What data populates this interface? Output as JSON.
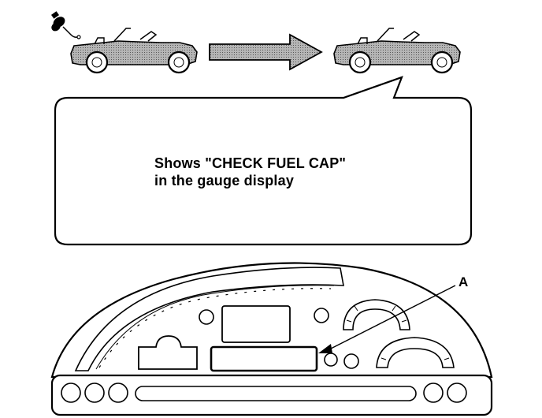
{
  "callout": {
    "line1": "Shows \"CHECK FUEL CAP\"",
    "line2": "in the gauge display"
  },
  "label": "A",
  "icons": {
    "fuel_cap": "fuel-cap-icon",
    "car": "convertible-car-icon",
    "arrow": "right-arrow-icon"
  },
  "colors": {
    "ink": "#000000",
    "car_fill": "#8a8a8a",
    "arrow_fill": "#8a8a8a"
  }
}
